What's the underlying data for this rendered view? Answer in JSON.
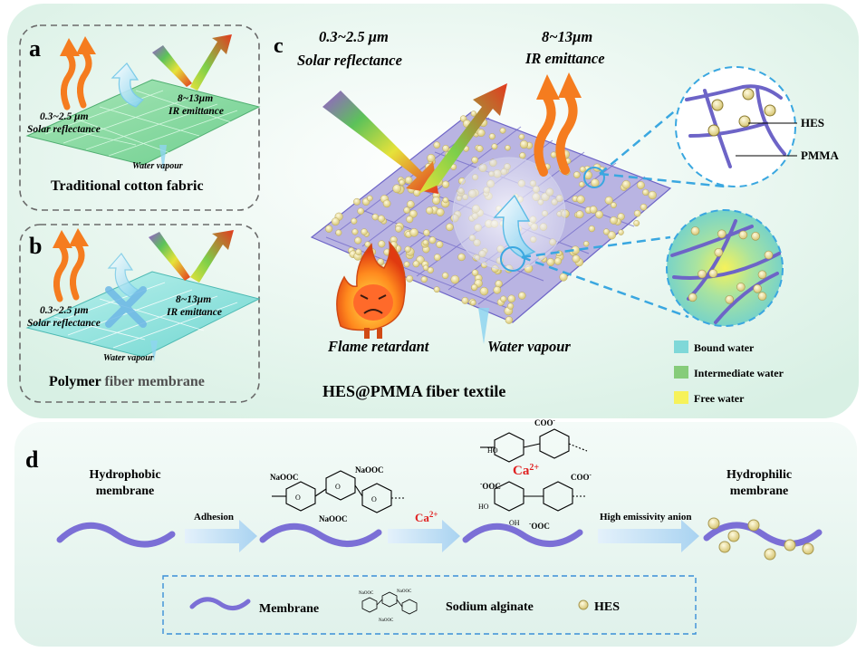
{
  "panel_a": {
    "letter": "a",
    "solar_range": "0.3~2.5 μm",
    "solar_label": "Solar reflectance",
    "ir_range": "8~13μm",
    "ir_label": "IR emittance",
    "water_label": "Water vapour",
    "caption": "Traditional cotton fabric"
  },
  "panel_b": {
    "letter": "b",
    "solar_range": "0.3~2.5 μm",
    "solar_label": "Solar reflectance",
    "ir_range": "8~13μm",
    "ir_label": "IR emittance",
    "water_label": "Water vapour",
    "caption_part1": "Polymer",
    "caption_part2": " fiber membrane"
  },
  "panel_c": {
    "letter": "c",
    "solar_range": "0.3~2.5 μm",
    "solar_label": "Solar reflectance",
    "ir_range": "8~13μm",
    "ir_label": "IR emittance",
    "hes_label": "HES",
    "pmma_label": "PMMA",
    "flame_label": "Flame retardant",
    "water_label": "Water vapour",
    "caption": "HES@PMMA fiber textile",
    "legend": [
      {
        "label": "Bound water",
        "color": "#7fd8d8"
      },
      {
        "label": "Intermediate water",
        "color": "#86cc7a"
      },
      {
        "label": "Free water",
        "color": "#f6f25a"
      }
    ]
  },
  "panel_d": {
    "letter": "d",
    "hydrophobic_line1": "Hydrophobic",
    "hydrophobic_line2": "membrane",
    "hydrophilic_line1": "Hydrophilic",
    "hydrophilic_line2": "membrane",
    "step1": "Adhesion",
    "step2_base": "Ca",
    "step2_sup": "2+",
    "step3": "High emissivity anion",
    "chem": {
      "naooc": "NaOOC",
      "coo": "COO",
      "ooc": "OOC",
      "ho": "HO",
      "oh": "OH",
      "o": "O",
      "ca": "Ca",
      "ca_sup": "2+"
    },
    "legend": {
      "membrane": "Membrane",
      "alginate": "Sodium alginate",
      "hes": "HES"
    }
  },
  "colors": {
    "membrane": "#7b6fd6",
    "hes_bead": "#f2eaa8",
    "orange_arrow": "#f57c1f",
    "bg_top": "#e7f6ee",
    "bg_bottom": "#e6f4ef",
    "dashed_blue": "#3aa7e0"
  }
}
